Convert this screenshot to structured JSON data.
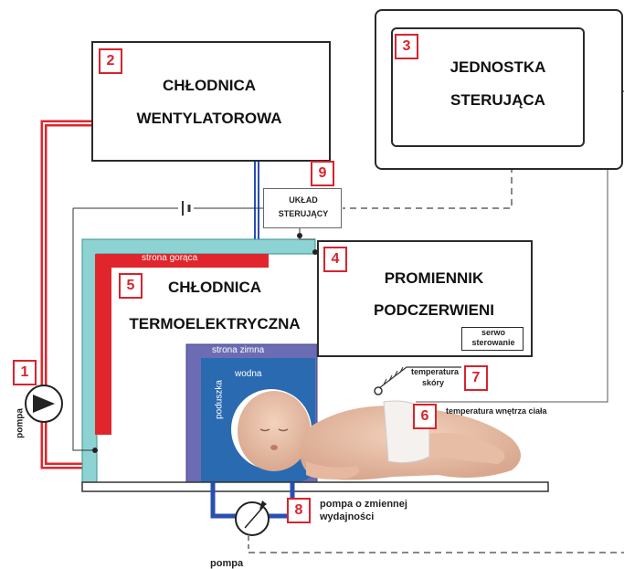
{
  "colors": {
    "hot": "#e0262c",
    "cold_face": "#5a5aa6",
    "water_pad": "#2a6ab0",
    "cooler_body": "#8ed3d3",
    "pipe_blue": "#2a4fb0",
    "label_red": "#d9232d"
  },
  "components": {
    "fan_cooler": {
      "number": "2",
      "line1": "CHŁODNICA",
      "line2": "WENTYLATOROWA"
    },
    "control_unit": {
      "number": "3",
      "line1": "JEDNOSTKA",
      "line2": "STERUJĄCA"
    },
    "control_circuit": {
      "number": "9",
      "line1": "UKŁAD",
      "line2": "STERUJĄCY"
    },
    "infrared_radiator": {
      "number": "4",
      "line1": "PROMIENNIK",
      "line2": "PODCZERWIENI",
      "servo_line1": "serwo",
      "servo_line2": "sterowanie"
    },
    "thermoelectric_cooler": {
      "number": "5",
      "line1": "CHŁODNICA",
      "line2": "TERMOELEKTRYCZNA",
      "hot_side": "strona gorąca",
      "cold_side": "strona zimna"
    },
    "water_pad": {
      "label1": "wodna",
      "label2": "poduszka"
    },
    "pump": {
      "number": "1",
      "label": "pompa"
    },
    "skin_temp": {
      "number": "7",
      "line1": "temperatura",
      "line2": "skóry"
    },
    "core_temp": {
      "number": "6",
      "label": "temperatura wnętrza ciała"
    },
    "variable_pump": {
      "number": "8",
      "line1": "pompa o zmiennej",
      "line2": "wydajności",
      "bottom_label": "pompa"
    }
  },
  "icons": [
    "pump-icon",
    "variable-pump-icon",
    "battery-icon",
    "sensor-probe-icon",
    "baby-illustration"
  ]
}
